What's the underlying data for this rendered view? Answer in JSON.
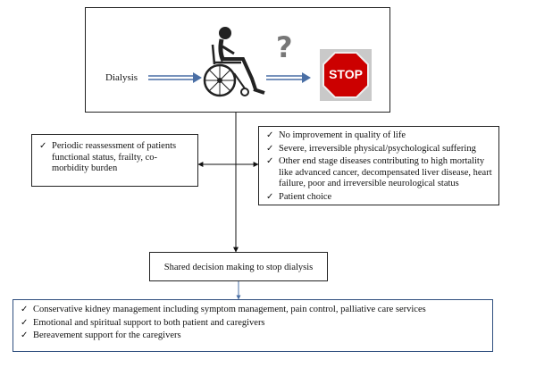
{
  "top": {
    "dialysis_label": "Dialysis",
    "question_mark": "?",
    "stop_sign_text": "STOP"
  },
  "left_box": {
    "items": [
      "Periodic reassessment of patients functional status, frailty, co-morbidity burden"
    ]
  },
  "right_box": {
    "items": [
      "No improvement in quality of life",
      "Severe, irreversible physical/psychological suffering",
      "Other end stage diseases contributing to high mortality like advanced cancer, decompensated liver disease, heart failure, poor and irreversible neurological status",
      "Patient choice"
    ]
  },
  "decision_box": {
    "label": "Shared decision making to stop dialysis"
  },
  "bottom_box": {
    "items": [
      "Conservative kidney management including symptom management, pain control, palliative care services",
      "Emotional and spiritual support to both patient and caregivers",
      "Bereavement support for the caregivers"
    ]
  },
  "check_glyph": "✓",
  "icons": [
    "wheelchair-person-icon",
    "question-mark-icon",
    "stop-sign-icon",
    "checkmark-icon"
  ],
  "colors": {
    "blue_arrow": "#4a6fa5",
    "stop_red": "#cc0000",
    "question_gray": "#777777"
  }
}
